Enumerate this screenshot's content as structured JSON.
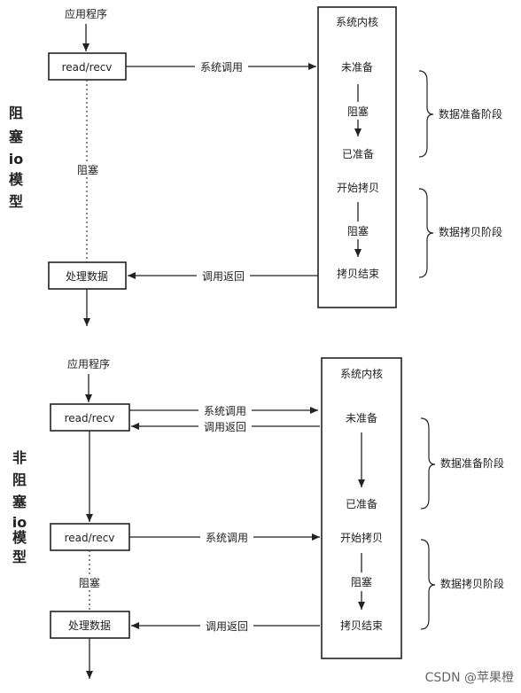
{
  "blocking": {
    "side_title": [
      "阻",
      "塞",
      "io",
      "模",
      "型"
    ],
    "app": "应用程序",
    "read_box": "read/recv",
    "syscall": "系统调用",
    "block_label": "阻塞",
    "process_box": "处理数据",
    "return_call": "调用返回",
    "kernel": {
      "title": "系统内核",
      "not_ready": "未准备",
      "block": "阻塞",
      "ready": "已准备",
      "start_copy": "开始拷贝",
      "block2": "阻塞",
      "copy_done": "拷贝结束"
    },
    "phase_prepare": "数据准备阶段",
    "phase_copy": "数据拷贝阶段"
  },
  "nonblocking": {
    "side_title": [
      "非",
      "阻",
      "塞",
      "io",
      "模",
      "型"
    ],
    "app": "应用程序",
    "read_box1": "read/recv",
    "syscall1": "系统调用",
    "return1": "调用返回",
    "read_box2": "read/recv",
    "syscall2": "系统调用",
    "block_label": "阻塞",
    "process_box": "处理数据",
    "return2": "调用返回",
    "kernel": {
      "title": "系统内核",
      "not_ready": "未准备",
      "ready": "已准备",
      "start_copy": "开始拷贝",
      "block": "阻塞",
      "copy_done": "拷贝结束"
    },
    "phase_prepare": "数据准备阶段",
    "phase_copy": "数据拷贝阶段"
  },
  "watermark": "CSDN @苹果橙"
}
